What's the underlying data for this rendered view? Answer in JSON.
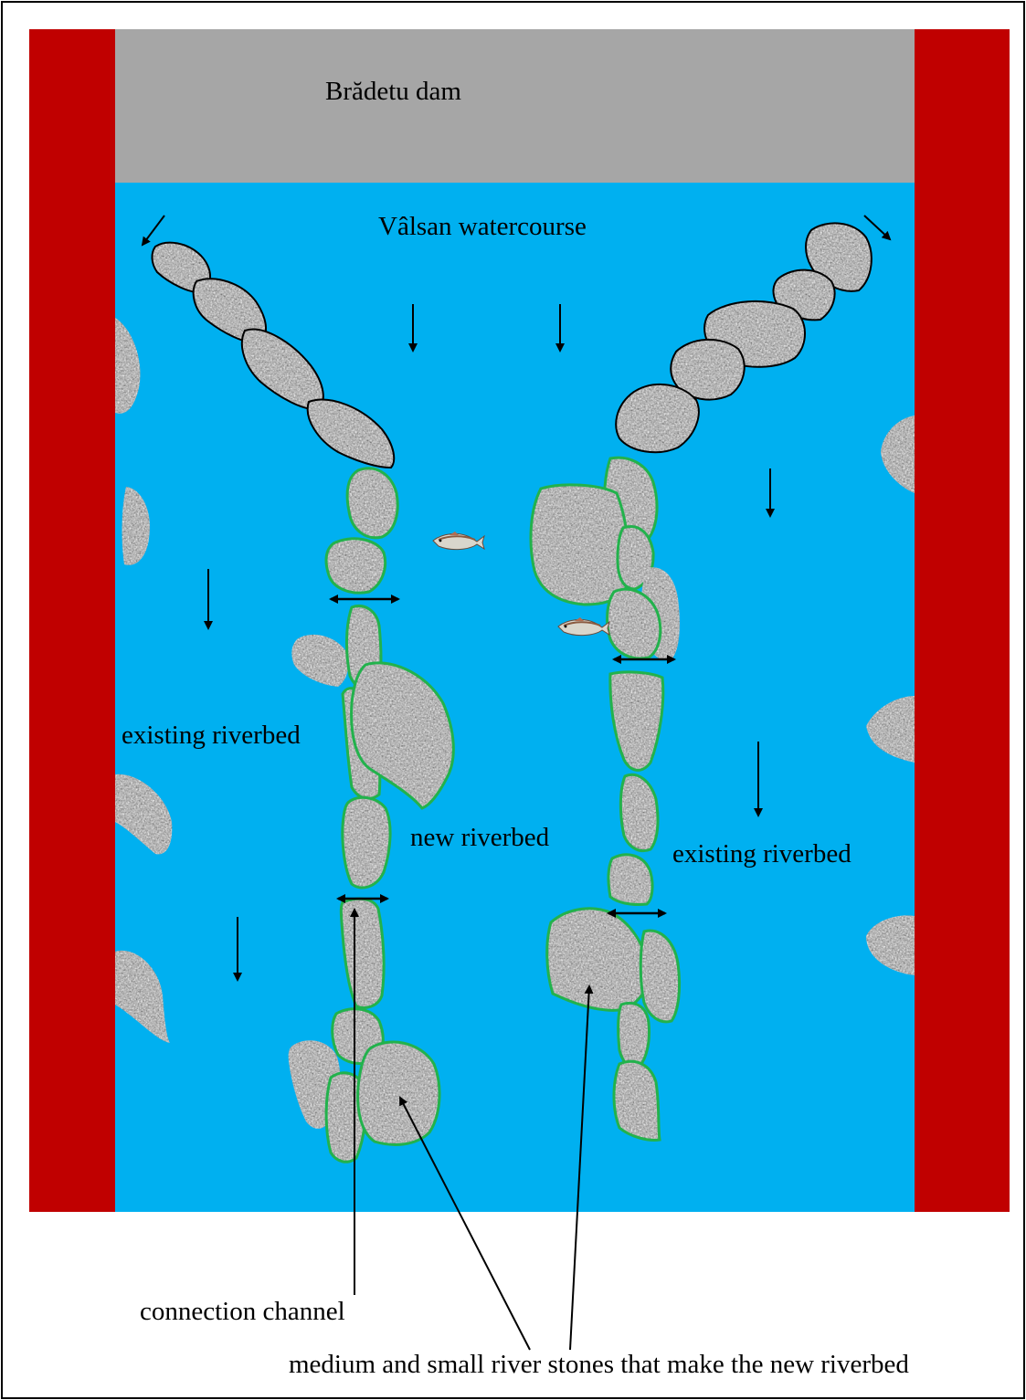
{
  "labels": {
    "dam": "Brădetu dam",
    "watercourse": "Vâlsan watercourse",
    "existing_left": "existing riverbed",
    "new_riverbed": "new riverbed",
    "existing_right": "existing riverbed",
    "connection_channel": "connection channel",
    "stones": "medium and small river stones that make the new riverbed"
  },
  "colors": {
    "bank": "#c00000",
    "dam": "#a6a6a6",
    "water": "#00b0f0",
    "stone_outline_green": "#22b24c",
    "stone_outline_black": "#000000",
    "border": "#000000"
  }
}
